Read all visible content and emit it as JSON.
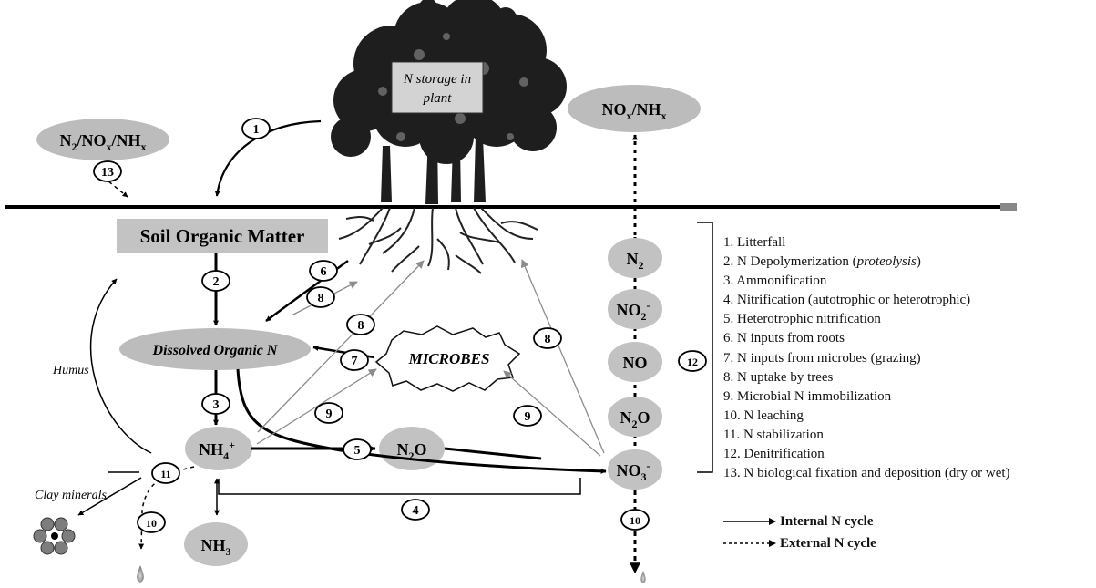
{
  "plant_box": {
    "line1": "N storage in",
    "line2": "plant"
  },
  "atmosphere_left": {
    "main": "N",
    "sub1": "2",
    "mid1": "/NO",
    "sub2": "x",
    "mid2": "/NH",
    "sub3": "x"
  },
  "atmosphere_right": {
    "main": "NO",
    "sub1": "x",
    "mid1": "/NH",
    "sub2": "x"
  },
  "soil_organic_matter": "Soil Organic Matter",
  "dissolved_organic_n": "Dissolved Organic N",
  "microbes": "MICROBES",
  "nh4": {
    "main": "NH",
    "sub": "4",
    "sup": "+"
  },
  "nh3": {
    "main": "NH",
    "sub": "3"
  },
  "n2o_center": {
    "main": "N",
    "sub": "2",
    "tail": "O"
  },
  "denitrification_column": {
    "n2": {
      "main": "N",
      "sub": "2"
    },
    "no2": {
      "main": "NO",
      "sub": "2",
      "sup": "-"
    },
    "no": "NO",
    "n2o": {
      "main": "N",
      "sub": "2",
      "tail": "O"
    },
    "no3": {
      "main": "NO",
      "sub": "3",
      "sup": "-"
    }
  },
  "side_labels": {
    "humus": "Humus",
    "clay_minerals": "Clay minerals"
  },
  "step_numbers": [
    "1",
    "2",
    "3",
    "4",
    "5",
    "6",
    "7",
    "8",
    "9",
    "10",
    "11",
    "12",
    "13"
  ],
  "legend": {
    "items": [
      "1. Litterfall",
      "2. N Depolymerization (",
      "3. Ammonification",
      "4. Nitrification (autotrophic or heterotrophic)",
      "5. Heterotrophic nitrification",
      "6. N inputs from roots",
      "7. N inputs from microbes (grazing)",
      "8.  N uptake by trees",
      "9.  Microbial N immobilization",
      "10. N leaching",
      "11. N stabilization",
      "12. Denitrification",
      "13. N biological fixation and deposition (dry or wet)"
    ],
    "item2_italic": "proteolysis",
    "item2_close": ")",
    "internal": "Internal N cycle",
    "external": "External N cycle"
  }
}
